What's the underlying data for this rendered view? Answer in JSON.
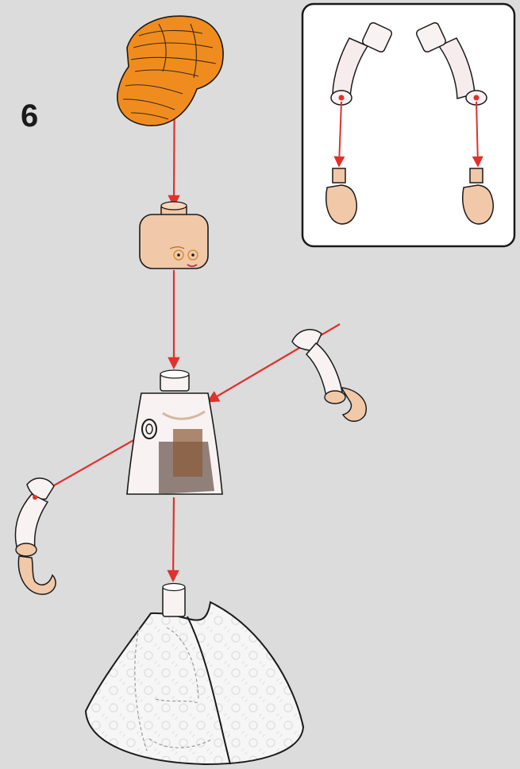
{
  "step": {
    "number": "6"
  },
  "colors": {
    "background": "#dcdcdd",
    "arrow": "#e0312b",
    "hair": "#f08c1e",
    "skin": "#f1c8a8",
    "white_part": "#f8f2f2",
    "dress_lace": "#f4f4f4",
    "outline": "#1a1a1a",
    "panel_border": "#1a1a1a",
    "panel_fill": "#ffffff"
  },
  "parts": [
    {
      "name": "hair-piece",
      "color": "hair"
    },
    {
      "name": "minifig-head",
      "color": "skin"
    },
    {
      "name": "minifig-torso",
      "color": "white_part"
    },
    {
      "name": "minifig-arm-left",
      "color": "white_part"
    },
    {
      "name": "minifig-arm-right",
      "color": "white_part"
    },
    {
      "name": "minifig-hand",
      "color": "skin"
    },
    {
      "name": "lace-skirt-slope",
      "color": "dress_lace"
    }
  ],
  "sub_assembly": {
    "description_icon": "arm-hand-subassembly-icon",
    "count": 2
  }
}
